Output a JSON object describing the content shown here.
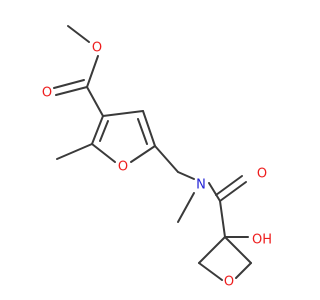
{
  "colors": {
    "bond": "#3a3a3a",
    "oxygen": "#ee1d1d",
    "nitrogen": "#2424d6",
    "background": "#ffffff"
  },
  "atoms": {
    "ester_ether_o": "O",
    "ester_carbonyl_o": "O",
    "furan_o": "O",
    "amine_n": "N",
    "amide_o": "O",
    "hydroxyl": "OH",
    "oxetane_o": "O"
  }
}
